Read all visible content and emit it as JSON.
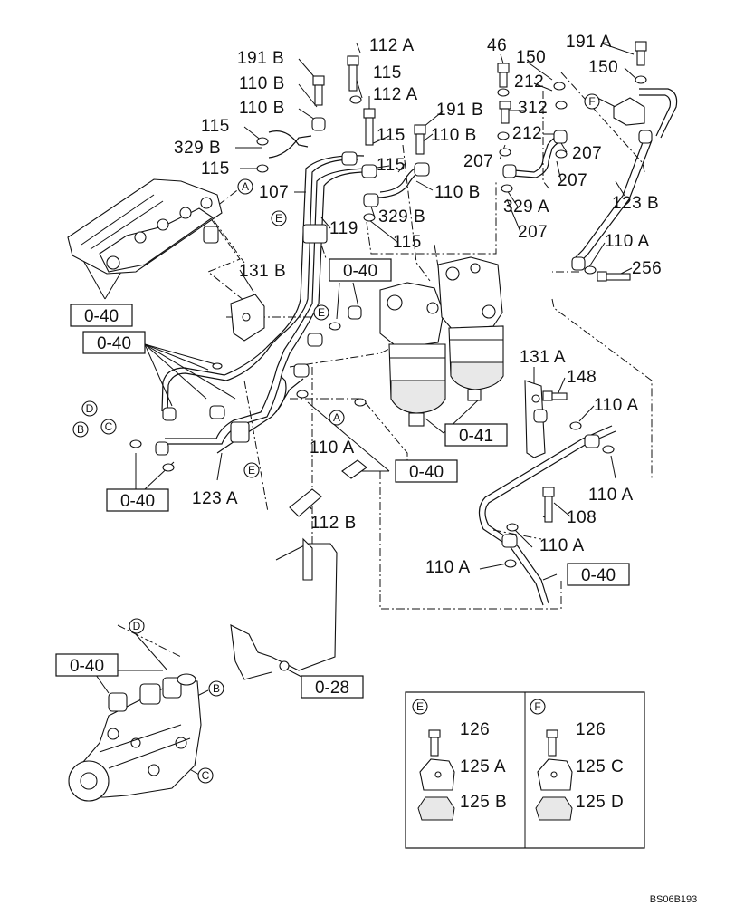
{
  "part_labels": {
    "p191b": "191 B",
    "p112a_1": "112 A",
    "p115_1": "115",
    "p112a_2": "112 A",
    "p110b_1": "110 B",
    "p110b_2": "110 B",
    "p115_2": "115",
    "p329b_1": "329 B",
    "p115_3": "115",
    "p107": "107",
    "p119": "119",
    "p115_4": "115",
    "p191b_2": "191 B",
    "p110b_3": "110 B",
    "p115_5": "115",
    "p110b_4": "110 B",
    "p329b_2": "329 B",
    "p115_6": "115",
    "p46": "46",
    "p150_1": "150",
    "p212_1": "212",
    "p312": "312",
    "p212_2": "212",
    "p207_1": "207",
    "p207_2": "207",
    "p329a": "329 A",
    "p207_3": "207",
    "p207_4": "207",
    "p191a": "191 A",
    "p150_2": "150",
    "p123b": "123 B",
    "p110a_1": "110 A",
    "p256": "256",
    "p131b": "131 B",
    "p131a": "131 A",
    "p148": "148",
    "p110a_2": "110 A",
    "p110a_3": "110 A",
    "p110a_4": "110 A",
    "p108": "108",
    "p110a_5": "110 A",
    "p110a_6": "110 A",
    "p123a": "123 A",
    "p112b": "112 B",
    "p126_1": "126",
    "p125a": "125 A",
    "p125b": "125 B",
    "p126_2": "126",
    "p125c": "125 C",
    "p125d": "125 D"
  },
  "ref_boxes": {
    "r040_a": "0-40",
    "r040_b": "0-40",
    "r040_c": "0-40",
    "r040_d": "0-40",
    "r040_e": "0-40",
    "r040_f": "0-40",
    "r040_g": "0-40",
    "r041": "0-41",
    "r028": "0-28"
  },
  "callouts": {
    "A": "A",
    "B": "B",
    "C": "C",
    "D": "D",
    "E": "E",
    "F": "F"
  },
  "footer": {
    "drawing_code": "BS06B193"
  }
}
